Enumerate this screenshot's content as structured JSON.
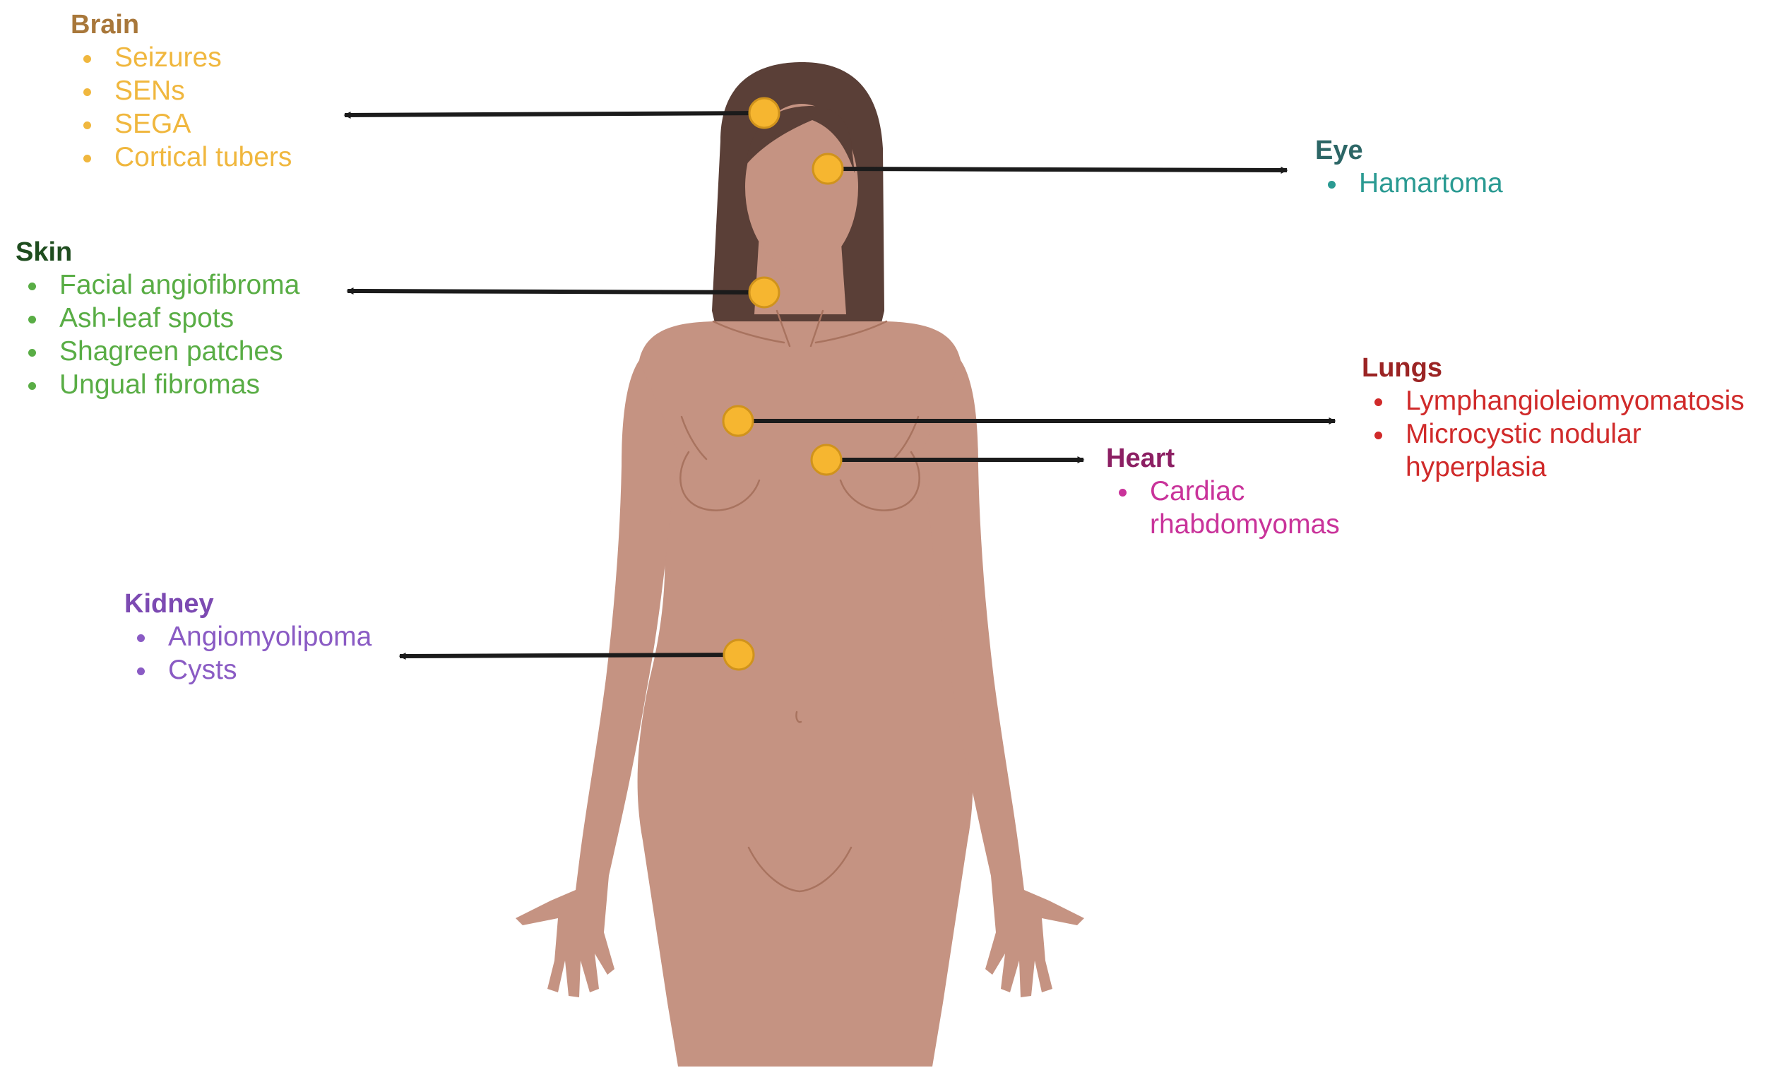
{
  "groups": {
    "brain": {
      "title": "Brain",
      "items": [
        "Seizures",
        "SENs",
        "SEGA",
        "Cortical tubers"
      ]
    },
    "skin": {
      "title": "Skin",
      "items": [
        "Facial angiofibroma",
        "Ash-leaf spots",
        "Shagreen patches",
        "Ungual fibromas"
      ]
    },
    "kidney": {
      "title": "Kidney",
      "items": [
        "Angiomyolipoma",
        "Cysts"
      ]
    },
    "eye": {
      "title": "Eye",
      "items": [
        "Hamartoma"
      ]
    },
    "lungs": {
      "title": "Lungs",
      "items": [
        "Lymphangioleiomyomatosis",
        "Microcystic nodular hyperplasia"
      ]
    },
    "heart": {
      "title": "Heart",
      "items": [
        "Cardiac rhabdomyomas"
      ]
    }
  },
  "colors": {
    "skin_tone": "#c59382",
    "skin_shadow": "#b37f6f",
    "hair": "#5a3f37",
    "marker_fill": "#f6b630",
    "marker_stroke": "#d0931c",
    "arrow": "#1b1b1b"
  }
}
